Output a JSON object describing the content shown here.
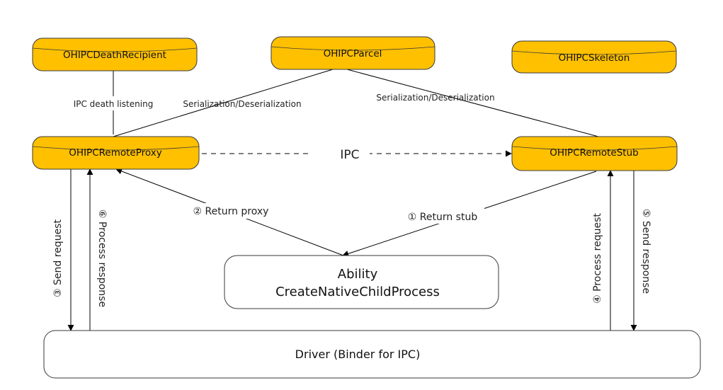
{
  "colors": {
    "node_fill": "#FFC000",
    "node_stroke": "#3a3a3a",
    "line": "#000000"
  },
  "nodes": {
    "death_recipient": "OHIPCDeathRecipient",
    "parcel": "OHIPCParcel",
    "skeleton": "OHIPCSkeleton",
    "remote_proxy": "OHIPCRemoteProxy",
    "remote_stub": "OHIPCRemoteStub",
    "ability_line1": "Ability",
    "ability_line2": "CreateNativeChildProcess",
    "driver": "Driver (Binder for IPC)"
  },
  "labels": {
    "ipc_death_listening": "IPC death listening",
    "serialization_left": "Serialization/Deserialization",
    "serialization_right": "Serialization/Deserialization",
    "ipc": "IPC",
    "return_proxy": "② Return proxy",
    "return_stub": "① Return stub",
    "send_request": "③ Send request",
    "process_response": "⑥ Process  response",
    "process_request": "④ Process  request",
    "send_response": "⑤ Send  response"
  }
}
